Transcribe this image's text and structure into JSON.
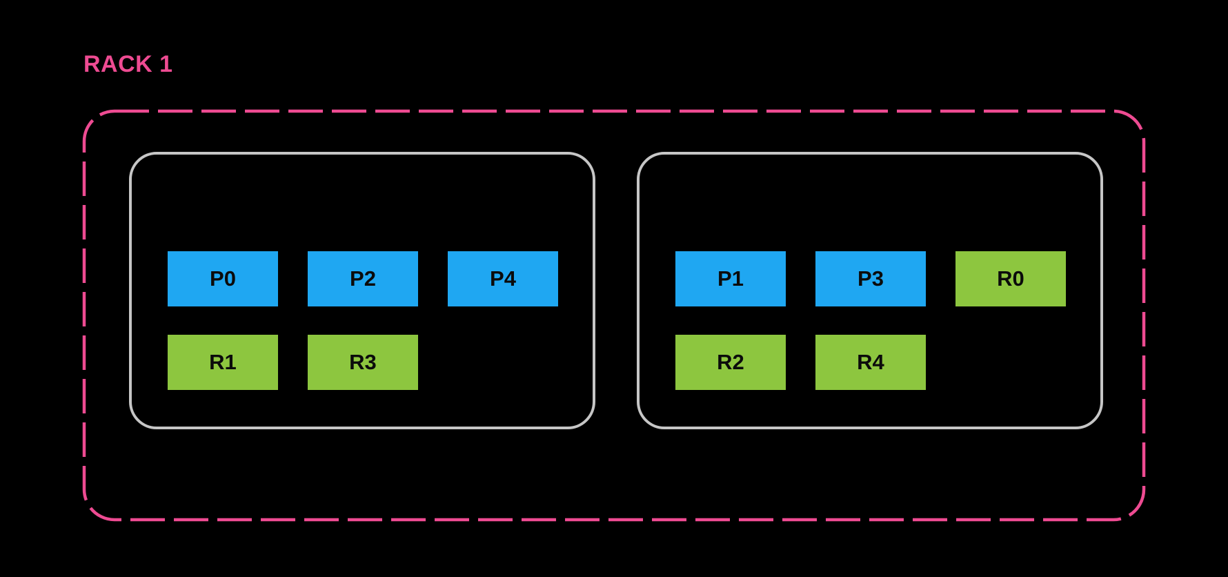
{
  "rack": {
    "name": "RACK 1",
    "hosts": [
      {
        "rows": [
          [
            {
              "label": "P0",
              "type": "primary"
            },
            {
              "label": "P2",
              "type": "primary"
            },
            {
              "label": "P4",
              "type": "primary"
            }
          ],
          [
            {
              "label": "R1",
              "type": "replica"
            },
            {
              "label": "R3",
              "type": "replica"
            }
          ]
        ]
      },
      {
        "rows": [
          [
            {
              "label": "P1",
              "type": "primary"
            },
            {
              "label": "P3",
              "type": "primary"
            },
            {
              "label": "R0",
              "type": "replica"
            }
          ],
          [
            {
              "label": "R2",
              "type": "replica"
            },
            {
              "label": "R4",
              "type": "replica"
            }
          ]
        ]
      }
    ]
  },
  "colors": {
    "primary_color": "#1FA7F2",
    "replica_color": "#8DC63F",
    "rack_border_color": "#EE4B92",
    "host_border_color": "#C6C6C6",
    "background_color": "#000000",
    "label_color": "#0B0B0B"
  }
}
